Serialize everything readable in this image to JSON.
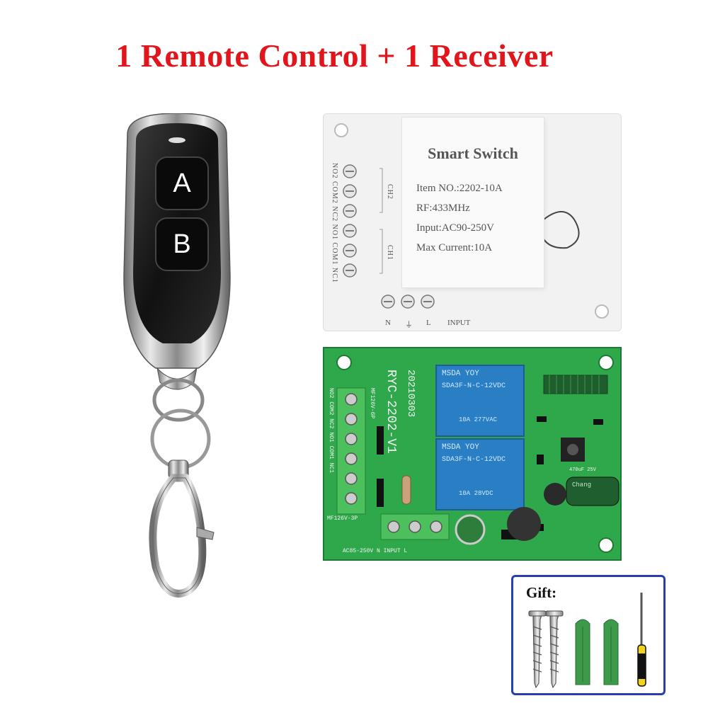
{
  "title": "1 Remote Control + 1 Receiver",
  "remote": {
    "button_a": "A",
    "button_b": "B"
  },
  "enclosure": {
    "brand": "Smart Switch",
    "item_no": "Item NO.:2202-10A",
    "rf": "RF:433MHz",
    "input": "Input:AC90-250V",
    "max_current": "Max Current:10A",
    "terminals_label": "NO2 COM2 NC2 NO1 COM1 NC1",
    "ch2": "CH2",
    "ch1": "CH1",
    "bottom_n": "N",
    "bottom_gnd": "⏚",
    "bottom_l": "L",
    "bottom_input": "INPUT"
  },
  "pcb": {
    "model": "RYC-2202-V1",
    "date": "20210303",
    "relay_brand": "MSDA YOY",
    "relay_1": "SDA3F-N-C-12VDC",
    "relay_2": "SDA3F-N-C-12VDC",
    "relay_rating_1": "10A 277VAC",
    "relay_rating_2": "10A 28VDC",
    "terminal_labels": "NO2 COM2 NC2 NO1 COM1 NC1",
    "connector_top": "MF126V-6P",
    "connector_bottom": "MF126V-3P",
    "input_label": "AC85-250V N INPUT L",
    "capacitor": "470uF 25V",
    "capacitor_brand": "Chang"
  },
  "gift": {
    "label": "Gift:"
  },
  "colors": {
    "title": "#e0161c",
    "pcb_green": "#2fa84b",
    "relay_blue": "#2a7fc4",
    "gift_border": "#2a3fae",
    "screwdriver_yellow": "#f1d21c",
    "anchor_green": "#3c9a4a"
  }
}
